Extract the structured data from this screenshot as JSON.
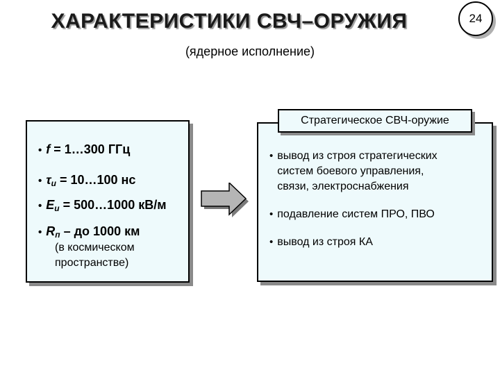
{
  "header": {
    "title": "ХАРАКТЕРИСТИКИ СВЧ–ОРУЖИЯ",
    "subtitle": "(ядерное исполнение)",
    "page_number": "24"
  },
  "left_panel": {
    "params": [
      {
        "symbol": "f",
        "subscript": "",
        "value": " = 1…300 ГГц"
      },
      {
        "symbol": "τ",
        "subscript": "и",
        "value": " = 10…100 нс"
      },
      {
        "symbol": "E",
        "subscript": "и",
        "value": " = 500…1000 кВ/м"
      },
      {
        "symbol": "R",
        "subscript": "п",
        "value": " – до 1000 км"
      }
    ],
    "note_lines": [
      "(в космическом",
      "пространстве)"
    ]
  },
  "right_panel": {
    "label": "Стратегическое СВЧ-оружие",
    "effects": [
      {
        "lines": [
          "вывод из строя стратегических",
          "систем боевого управления,",
          "связи, электроснабжения"
        ]
      },
      {
        "lines": [
          "подавление систем ПРО, ПВО"
        ]
      },
      {
        "lines": [
          "вывод из строя КА"
        ]
      }
    ]
  },
  "icons": {
    "bullet": "•",
    "arrow": "right-arrow-icon"
  },
  "colors": {
    "panel_fill": "#eefafc",
    "arrow_fill": "#b5b5b5",
    "shadow": "#8a8a8a"
  }
}
